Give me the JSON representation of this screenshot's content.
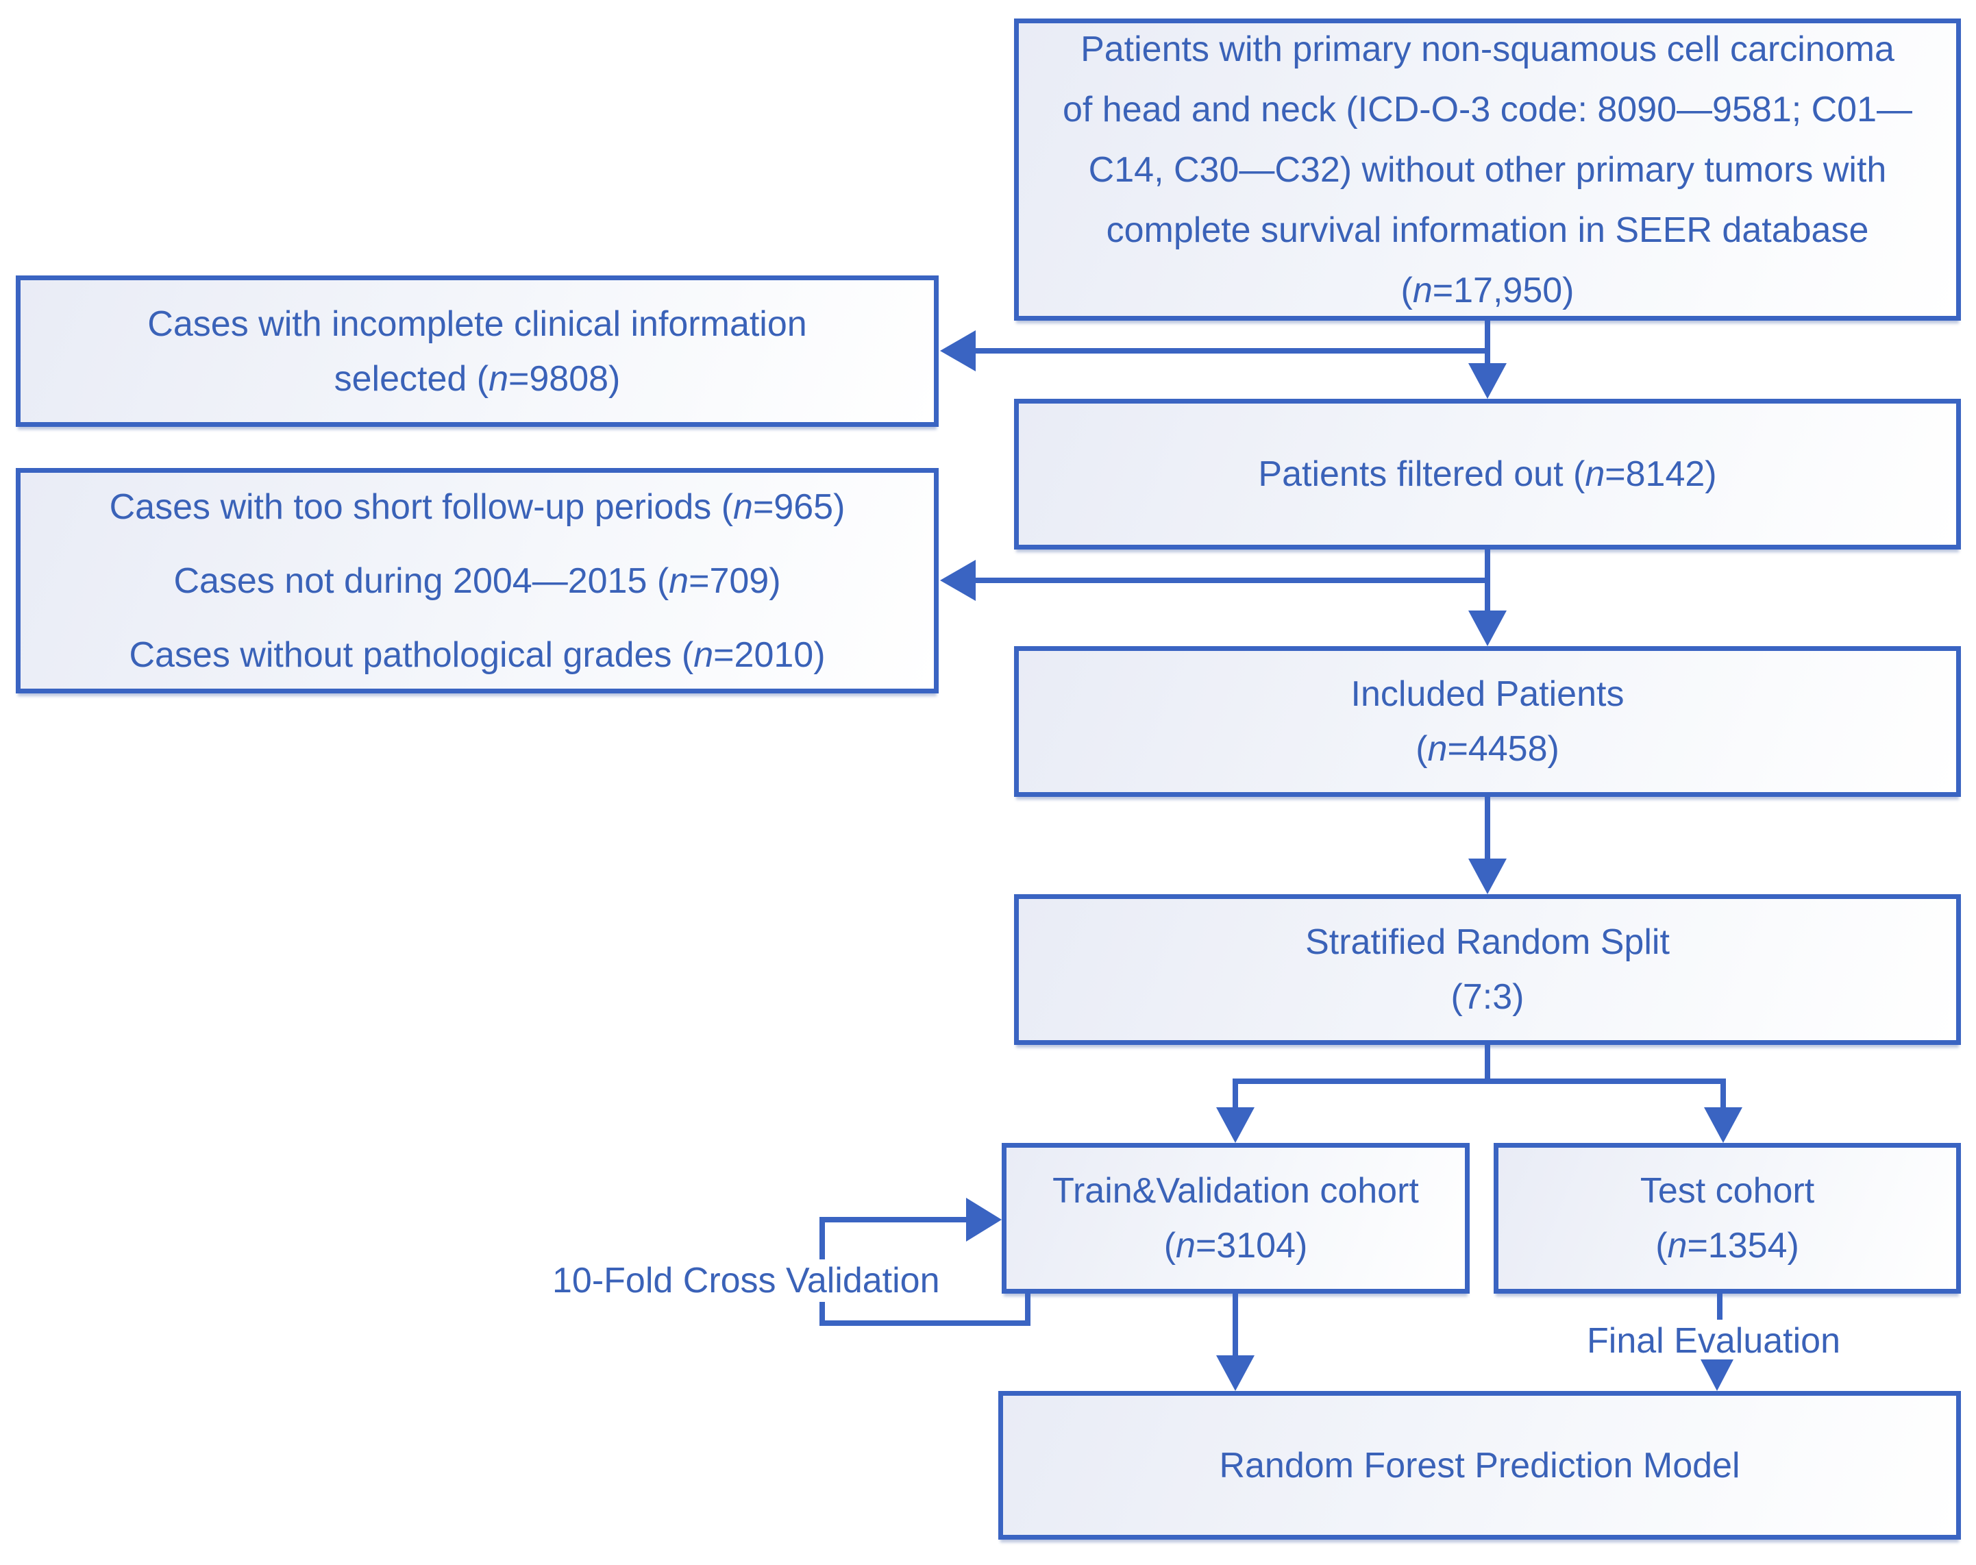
{
  "colors": {
    "line": "#3a64c2",
    "text": "#3a62b8",
    "box_fill_start": "#e9ecf6",
    "box_fill_end": "#ffffff"
  },
  "boxes": {
    "source": {
      "lines": [
        [
          {
            "t": "Patients with primary non-squamous cell carcinoma"
          }
        ],
        [
          {
            "t": "of head and neck (ICD-O-3 code: 8090—9581; C01—"
          }
        ],
        [
          {
            "t": "C14, C30—C32) without other primary tumors with"
          }
        ],
        [
          {
            "t": "complete survival information in SEER database"
          }
        ],
        [
          {
            "t": "("
          },
          {
            "t": "n",
            "i": true
          },
          {
            "t": "=17,950)"
          }
        ]
      ]
    },
    "excluded_incomplete": {
      "lines": [
        [
          {
            "t": "Cases with incomplete clinical information"
          }
        ],
        [
          {
            "t": "selected ("
          },
          {
            "t": "n",
            "i": true
          },
          {
            "t": "=9808)"
          }
        ]
      ]
    },
    "filtered_out": {
      "lines": [
        [
          {
            "t": "Patients filtered out ("
          },
          {
            "t": "n",
            "i": true
          },
          {
            "t": "=8142)"
          }
        ]
      ]
    },
    "excluded_other": {
      "lines": [
        [
          {
            "t": "Cases with too short follow-up periods ("
          },
          {
            "t": "n",
            "i": true
          },
          {
            "t": "=965)"
          }
        ],
        [
          {
            "t": "Cases not during 2004—2015 ("
          },
          {
            "t": "n",
            "i": true
          },
          {
            "t": "=709)"
          }
        ],
        [
          {
            "t": "Cases without pathological grades ("
          },
          {
            "t": "n",
            "i": true
          },
          {
            "t": "=2010)"
          }
        ]
      ]
    },
    "included": {
      "lines": [
        [
          {
            "t": "Included Patients"
          }
        ],
        [
          {
            "t": "("
          },
          {
            "t": "n",
            "i": true
          },
          {
            "t": "=4458)"
          }
        ]
      ]
    },
    "split": {
      "lines": [
        [
          {
            "t": "Stratified Random Split"
          }
        ],
        [
          {
            "t": "(7:3)"
          }
        ]
      ]
    },
    "train": {
      "lines": [
        [
          {
            "t": "Train&Validation cohort"
          }
        ],
        [
          {
            "t": "("
          },
          {
            "t": "n",
            "i": true
          },
          {
            "t": "=3104)"
          }
        ]
      ]
    },
    "test": {
      "lines": [
        [
          {
            "t": "Test cohort"
          }
        ],
        [
          {
            "t": "("
          },
          {
            "t": "n",
            "i": true
          },
          {
            "t": "=1354)"
          }
        ]
      ]
    },
    "rf_model": {
      "lines": [
        [
          {
            "t": "Random Forest Prediction Model"
          }
        ]
      ]
    }
  },
  "labels": {
    "cross_validation": "10-Fold Cross Validation",
    "final_evaluation": "Final Evaluation"
  }
}
